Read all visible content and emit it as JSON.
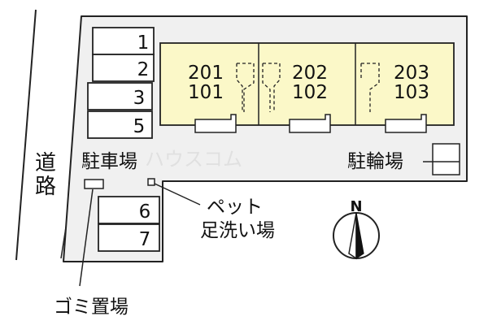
{
  "road": {
    "label": "道路"
  },
  "parking": {
    "label": "駐車場",
    "upper_spaces": [
      "1",
      "2",
      "3",
      "5"
    ],
    "lower_spaces": [
      "6",
      "7"
    ]
  },
  "units": [
    {
      "upper": "201",
      "lower": "101"
    },
    {
      "upper": "202",
      "lower": "102"
    },
    {
      "upper": "203",
      "lower": "103"
    }
  ],
  "bicycle_parking": {
    "label": "駐輪場"
  },
  "foot_wash": {
    "line1": "ペット",
    "line2": "足洗い場"
  },
  "garbage": {
    "label": "ゴミ置場"
  },
  "compass": {
    "label": "N"
  },
  "watermark": {
    "text": "ハウスコム"
  },
  "colors": {
    "lot_fill": "#f0f0f0",
    "building_fill": "#fbf8c8",
    "outline": "#222222"
  }
}
